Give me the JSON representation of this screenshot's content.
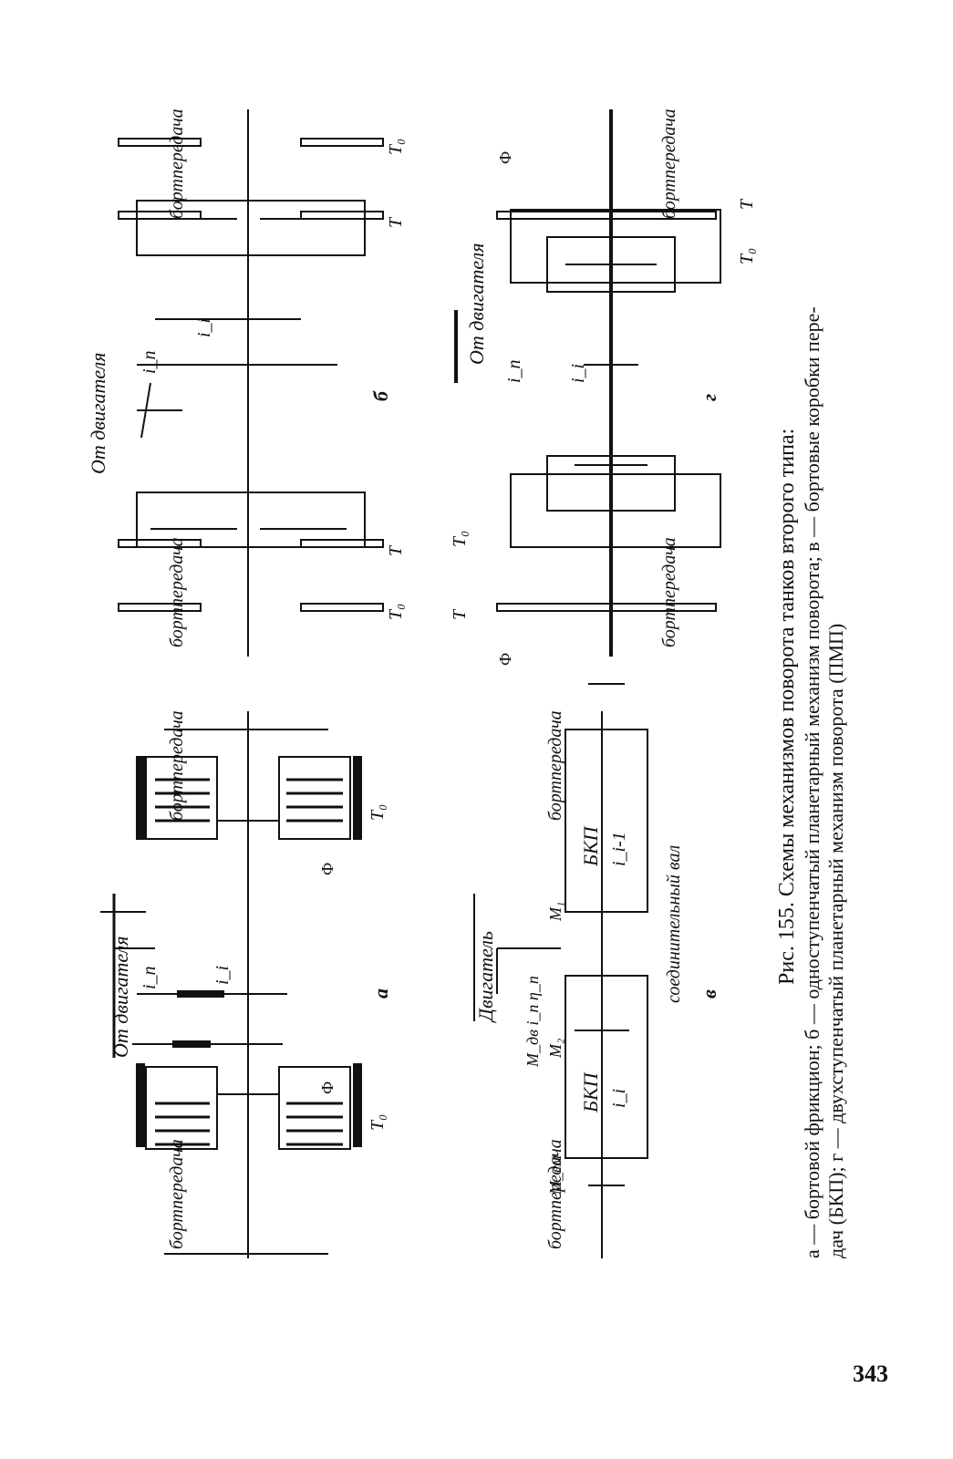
{
  "caption": {
    "line1": "Рис. 155. Схемы механизмов поворота танков второго типа:",
    "line2": "а — бортовой фрикцион; б — одноступенчатый планетарный механизм поворота; в — бортовые коробки пере-",
    "line3": "дач (БКП); г — двухступенчатый планетарный механизм поворота (ПМП)"
  },
  "page_number": "343",
  "panels": {
    "a": {
      "letter": "а",
      "engine": "От двигателя",
      "final_drive": "бортпередача",
      "i_p": "i_п",
      "i_i": "i_i",
      "F": "Ф",
      "T0": "Т₀"
    },
    "b": {
      "letter": "б",
      "engine": "От двигателя",
      "final_drive": "бортпередача",
      "i_p": "i_п",
      "i_i": "i_i",
      "T": "Т",
      "T0": "Т₀"
    },
    "v": {
      "letter": "в",
      "engine": "Двигатель",
      "final_drive": "бортпередача",
      "bkp1": "БКП",
      "bkp1_ratio": "i_i",
      "bkp2": "БКП",
      "bkp2_ratio": "i_i-1",
      "shaft": "соединительный вал",
      "M1": "M₁",
      "M2": "M₂",
      "Mdv": "M_дв i_п η_п",
      "Mem": "M_ем"
    },
    "g": {
      "letter": "г",
      "engine": "От двигателя",
      "final_drive": "бортпередача",
      "i_p": "i_п",
      "i_i": "i_i",
      "F": "Ф",
      "T": "Т",
      "T0": "Т₀"
    }
  }
}
